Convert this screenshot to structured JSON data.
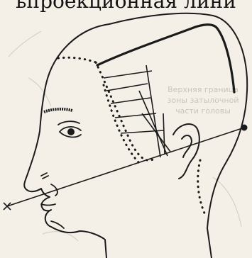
{
  "caption": {
    "text": "ьпроекционная лини"
  },
  "faded_background_text": {
    "line1": "Верхняя граница",
    "line2": "зоны затылочной ",
    "line3": "части головы"
  },
  "colors": {
    "ink": "#1b1b1b",
    "paper": "#f4f0e8",
    "faded": "#c9c4bb"
  }
}
